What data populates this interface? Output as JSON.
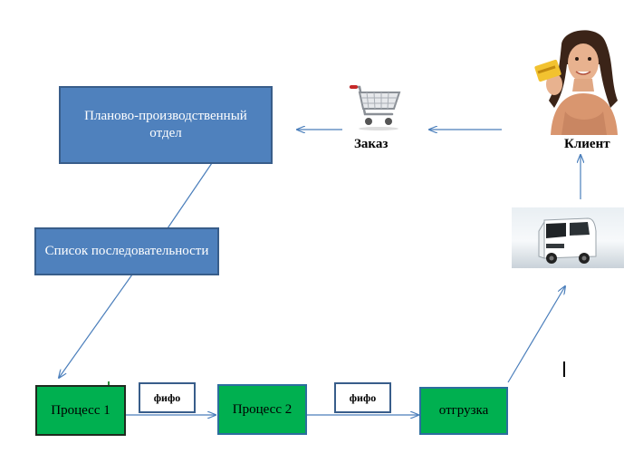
{
  "nodes": {
    "planning": "Планово-производственный отдел",
    "sequence": "Список последовательности",
    "process1": "Процесс 1",
    "fifo1": "фифо",
    "process2": "Процесс 2",
    "fifo2": "фифо",
    "shipment": "отгрузка"
  },
  "labels": {
    "order": "Заказ",
    "client": "Клиент"
  },
  "icons": [
    "shopping-cart-icon",
    "customer-photo",
    "delivery-van-icon"
  ],
  "colors": {
    "blue_box": "#4f81bd",
    "green_box": "#00b050",
    "arrow": "#4a7ebb"
  }
}
